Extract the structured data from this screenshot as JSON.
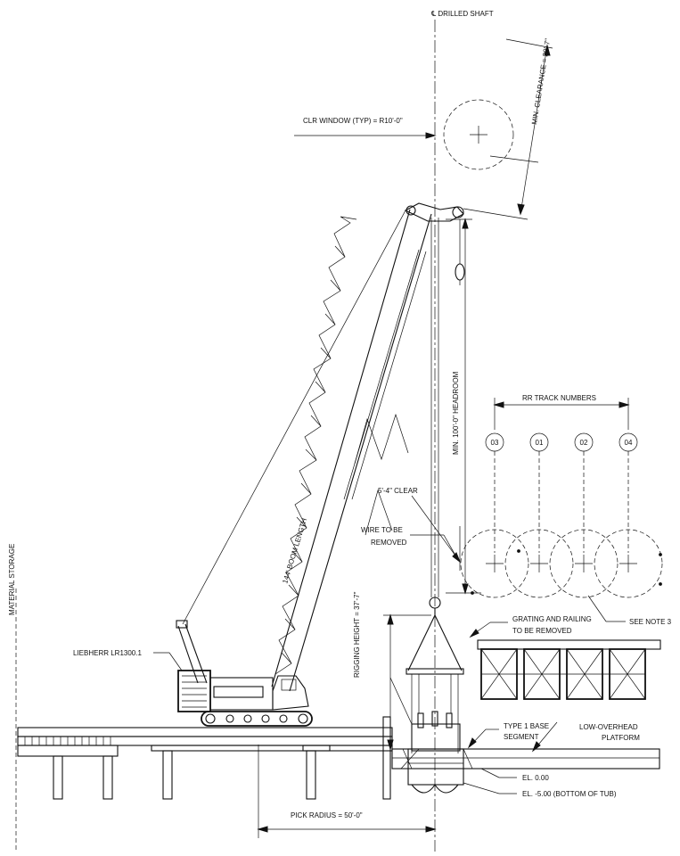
{
  "labels": {
    "drilled_shaft": "℄ DRILLED SHAFT",
    "min_clearance": "MIN. CLEARANCE = 20'-7\"",
    "clr_window": "CLR WINDOW (TYP) = R10'-0\"",
    "headroom": "MIN. 100'-0\" HEADROOM",
    "rr_track_numbers": "RR TRACK NUMBERS",
    "boom_length": "144' BOOM LENGTH",
    "clear_5_4": "5'-4\" CLEAR",
    "wire_line1": "WIRE TO BE",
    "wire_line2": "REMOVED",
    "material_storage": "MATERIAL STORAGE",
    "rigging_height": "RIGGING HEIGHT = 37'-7\"",
    "grating_line1": "GRATING AND RAILING",
    "grating_line2": "TO BE REMOVED",
    "see_note": "SEE NOTE 3",
    "crane_model": "LIEBHERR LR1300.1",
    "base_segment_line1": "TYPE 1 BASE",
    "base_segment_line2": "SEGMENT",
    "platform_line1": "LOW-OVERHEAD",
    "platform_line2": "PLATFORM",
    "el_top": "EL. 0.00",
    "el_bottom": "EL. -5.00 (BOTTOM OF TUB)",
    "pick_radius": "PICK RADIUS = 50'-0\""
  },
  "tracks": [
    {
      "number": "03"
    },
    {
      "number": "01"
    },
    {
      "number": "02"
    },
    {
      "number": "04"
    }
  ]
}
